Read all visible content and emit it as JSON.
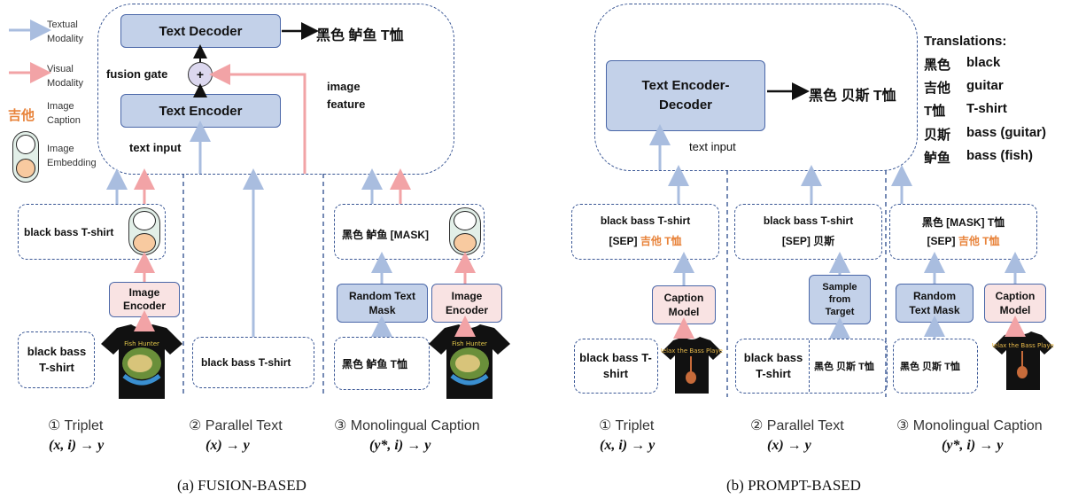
{
  "legend": {
    "textual_modality": "Textual Modality",
    "visual_modality": "Visual Modality",
    "caption_example": "吉他",
    "image_caption": "Image Caption",
    "image_embedding": "Image Embedding"
  },
  "panel_a": {
    "text_decoder": "Text Decoder",
    "text_encoder": "Text Encoder",
    "fusion_gate": "fusion gate",
    "plus": "+",
    "output": "黑色 鲈鱼 T恤",
    "image_feature": "image feature",
    "text_input": "text input",
    "triplet_input": "black bass T-shirt",
    "image_encoder": "Image Encoder",
    "triplet_source": "black bass T-shirt",
    "parallel_source": "black bass T-shirt",
    "mono_input": "黑色 鲈鱼 [MASK]",
    "random_text_mask": "Random Text Mask",
    "image_encoder_2": "Image Encoder",
    "mono_source": "黑色 鲈鱼 T恤",
    "cap1": "① Triplet",
    "cap2": "② Parallel Text",
    "cap3": "③ Monolingual Caption",
    "formula1": "(x, i) → y",
    "formula2": "(x) → y",
    "formula3": "(y*, i) → y",
    "title": "(a) FUSION-BASED"
  },
  "panel_b": {
    "encoder_decoder": "Text Encoder-Decoder",
    "output": "黑色 贝斯 T恤",
    "text_input": "text input",
    "translations_title": "Translations:",
    "translations": [
      {
        "zh": "黑色",
        "en": "black"
      },
      {
        "zh": "吉他",
        "en": "guitar"
      },
      {
        "zh": "T恤",
        "en": "T-shirt"
      },
      {
        "zh": "贝斯",
        "en": "bass (guitar)"
      },
      {
        "zh": "鲈鱼",
        "en": "bass (fish)"
      }
    ],
    "triplet_line1": "black bass T-shirt",
    "sep": "[SEP]",
    "triplet_caption": "吉他 T恤",
    "parallel_line1": "black bass T-shirt",
    "parallel_target": "贝斯",
    "mono_line1": "黑色 [MASK] T恤",
    "mono_caption": "吉他 T恤",
    "caption_model": "Caption Model",
    "sample_from_target": "Sample from Target",
    "random_text_mask": "Random Text Mask",
    "caption_model_2": "Caption Model",
    "triplet_source": "black bass T-shirt",
    "parallel_source": "black bass T-shirt",
    "parallel_target_src": "黑色 贝斯 T恤",
    "mono_source": "黑色 贝斯 T恤",
    "cap1": "① Triplet",
    "cap2": "② Parallel Text",
    "cap3": "③ Monolingual Caption",
    "formula1": "(x, i) → y",
    "formula2": "(x) → y",
    "formula3": "(y*, i) → y",
    "title": "(b) PROMPT-BASED"
  },
  "colors": {
    "textual_arrow": "#a9bddf",
    "visual_arrow": "#f2a3a6",
    "orange": "#e8833a",
    "encoder_fill": "#c3d1e9",
    "pink_fill": "#f9e3e3",
    "dash": "#3a5795"
  },
  "shirt_texts": {
    "fish_logo": "Fish Hunter",
    "guitar_logo": "Relax the Bass Player"
  }
}
